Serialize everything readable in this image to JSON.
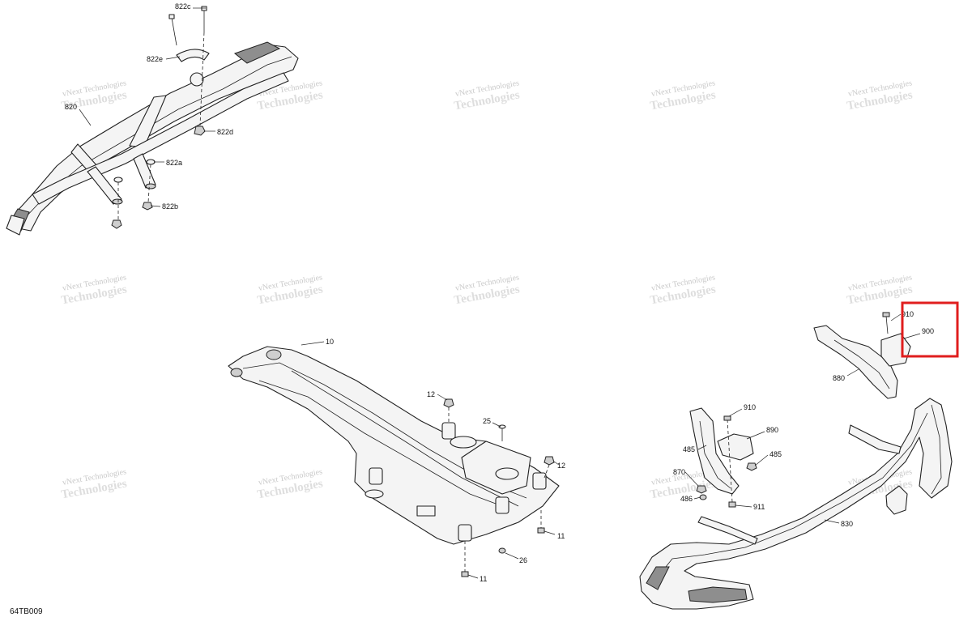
{
  "figure_id": "64TB009",
  "watermark": {
    "line1": "vNext Technologies",
    "line2": "Technologies"
  },
  "callouts": {
    "c822c": "822c",
    "c822e": "822e",
    "c820": "820",
    "c822d": "822d",
    "c822a": "822a",
    "c822b": "822b",
    "c10": "10",
    "c12a": "12",
    "c25": "25",
    "c12b": "12",
    "c11a": "11",
    "c26": "26",
    "c11b": "11",
    "c910a": "910",
    "c900": "900",
    "c880": "880",
    "c910b": "910",
    "c890": "890",
    "c485a": "485",
    "c485b": "485",
    "c870": "870",
    "c486": "486",
    "c911": "911",
    "c830": "830"
  },
  "highlight_color": "#e01e1e"
}
